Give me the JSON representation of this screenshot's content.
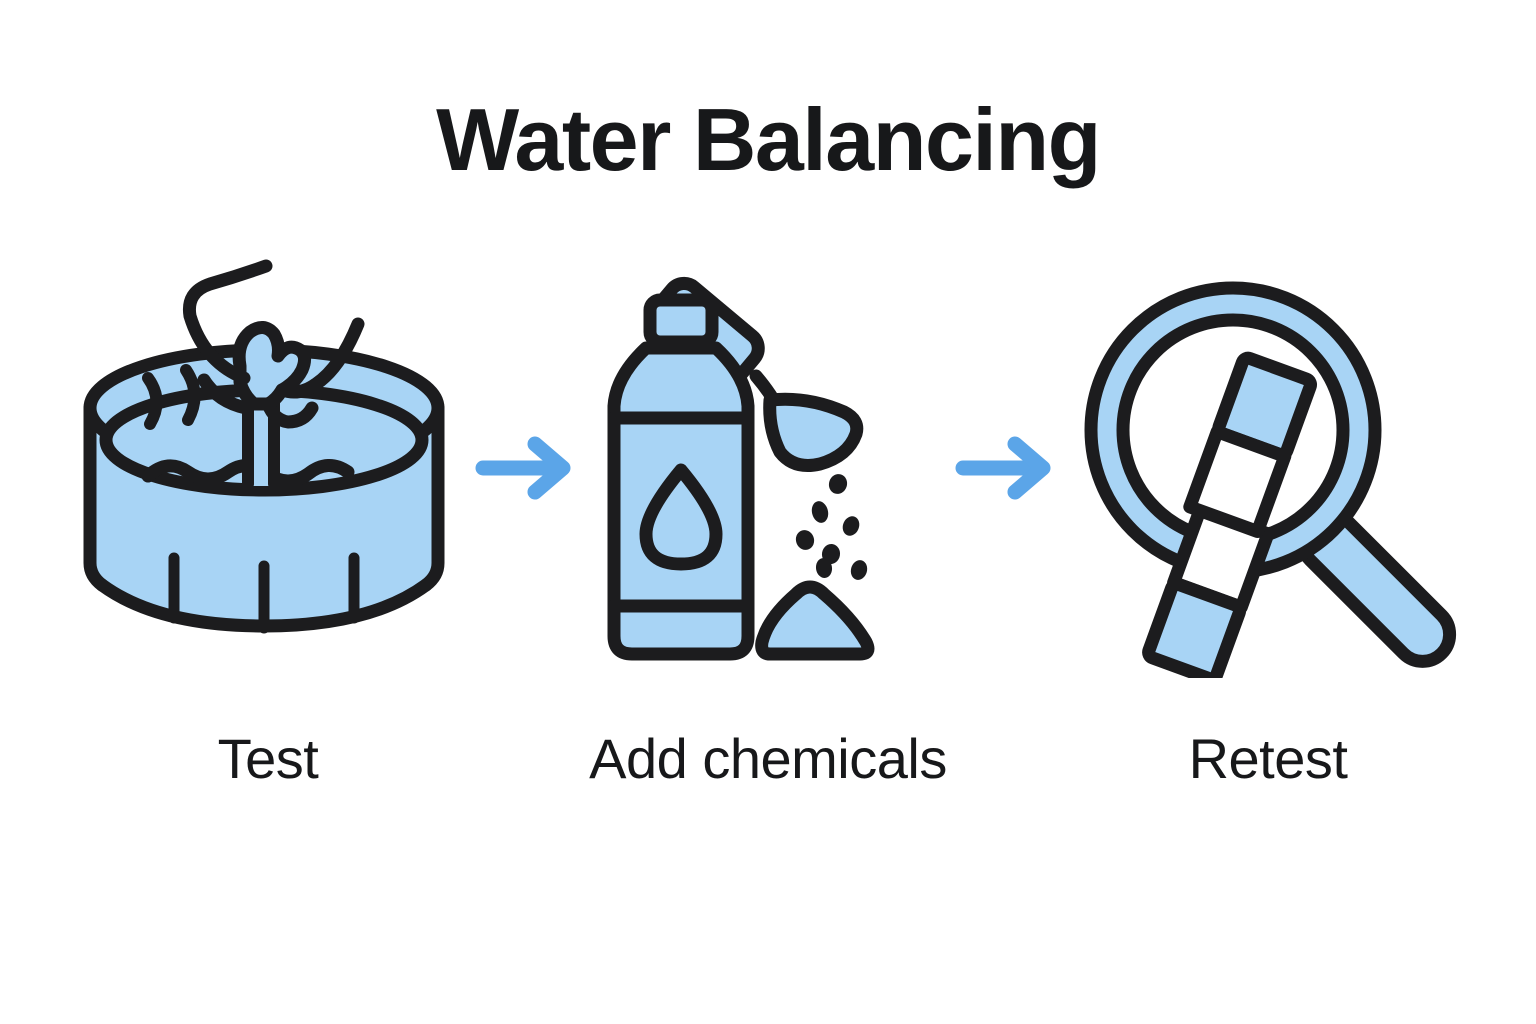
{
  "page": {
    "title": "Water Balancing",
    "background_color": "#ffffff",
    "text_color": "#17181a",
    "accent_fill": "#a8d4f5",
    "accent_stroke": "#1c1c1e",
    "arrow_color": "#5ba5e8"
  },
  "steps": [
    {
      "label": "Test",
      "icon": "hand-dipping-test-strip-in-pool-icon",
      "icon_parts": [
        "hand-icon",
        "test-strip-icon",
        "pool-basin-icon",
        "water-wave-icon",
        "motion-lines-icon"
      ]
    },
    {
      "label": "Add chemicals",
      "icon": "chemical-bottle-and-scoop-icon",
      "icon_parts": [
        "bottle-icon",
        "water-droplet-label-icon",
        "scoop-icon",
        "granules-icon",
        "granule-pile-icon"
      ]
    },
    {
      "label": "Retest",
      "icon": "magnifier-over-test-strip-icon",
      "icon_parts": [
        "magnifying-glass-icon",
        "magnifier-handle-icon",
        "test-strip-icon"
      ]
    }
  ],
  "arrows": [
    {
      "name": "arrow-right-1",
      "glyph": "arrow-right-icon"
    },
    {
      "name": "arrow-right-2",
      "glyph": "arrow-right-icon"
    }
  ]
}
